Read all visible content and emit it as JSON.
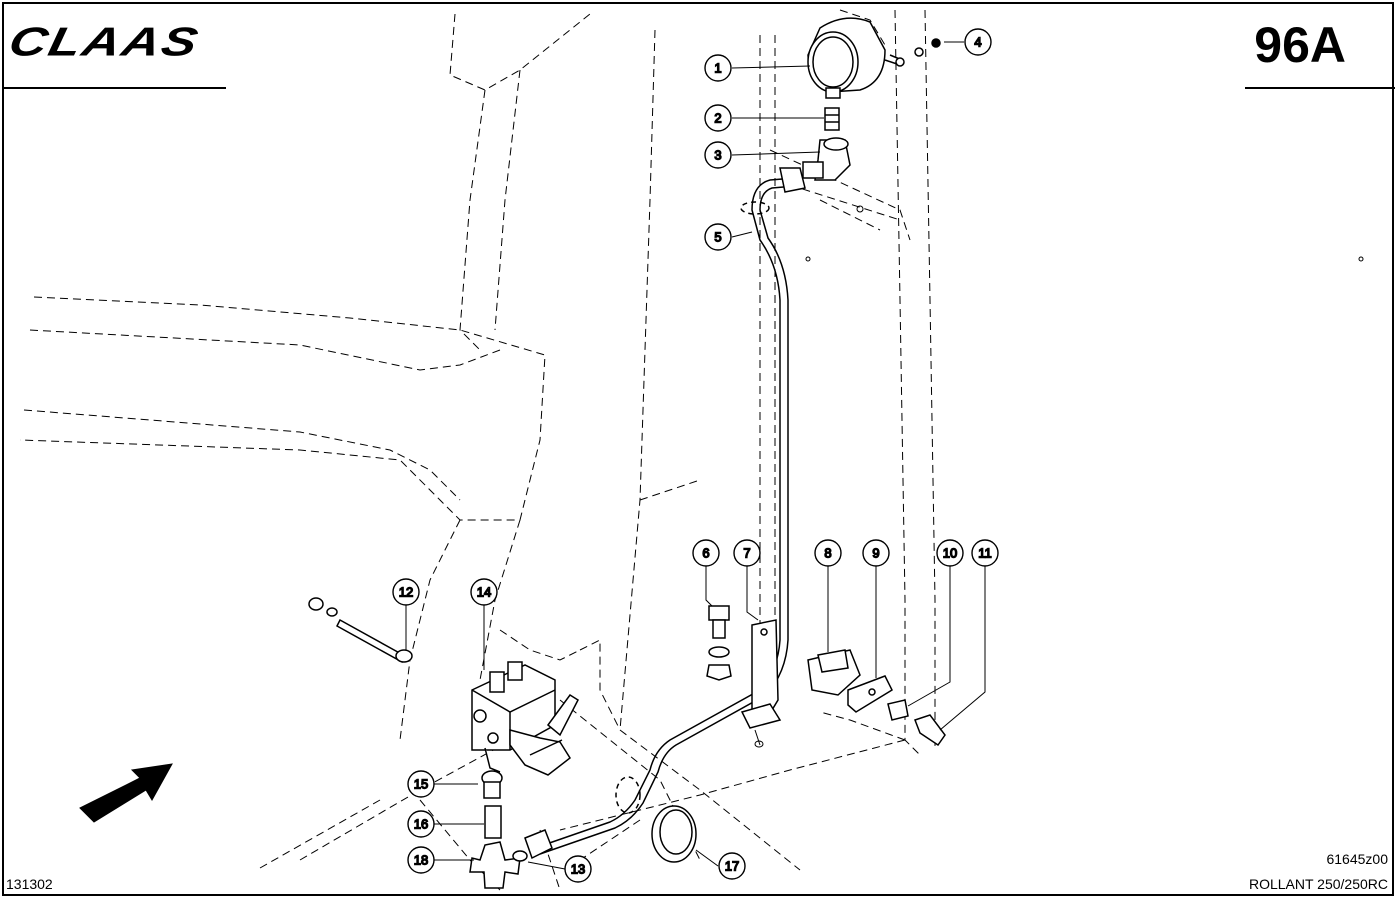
{
  "header": {
    "logo_text": "CLAAS",
    "page_number": "96A"
  },
  "footer": {
    "left_code": "131302",
    "drawing_ref": "61645z00",
    "model": "ROLLANT 250/250RC"
  },
  "callouts": [
    "1",
    "2",
    "3",
    "4",
    "5",
    "6",
    "7",
    "8",
    "9",
    "10",
    "11",
    "12",
    "13",
    "14",
    "15",
    "16",
    "17",
    "18"
  ]
}
